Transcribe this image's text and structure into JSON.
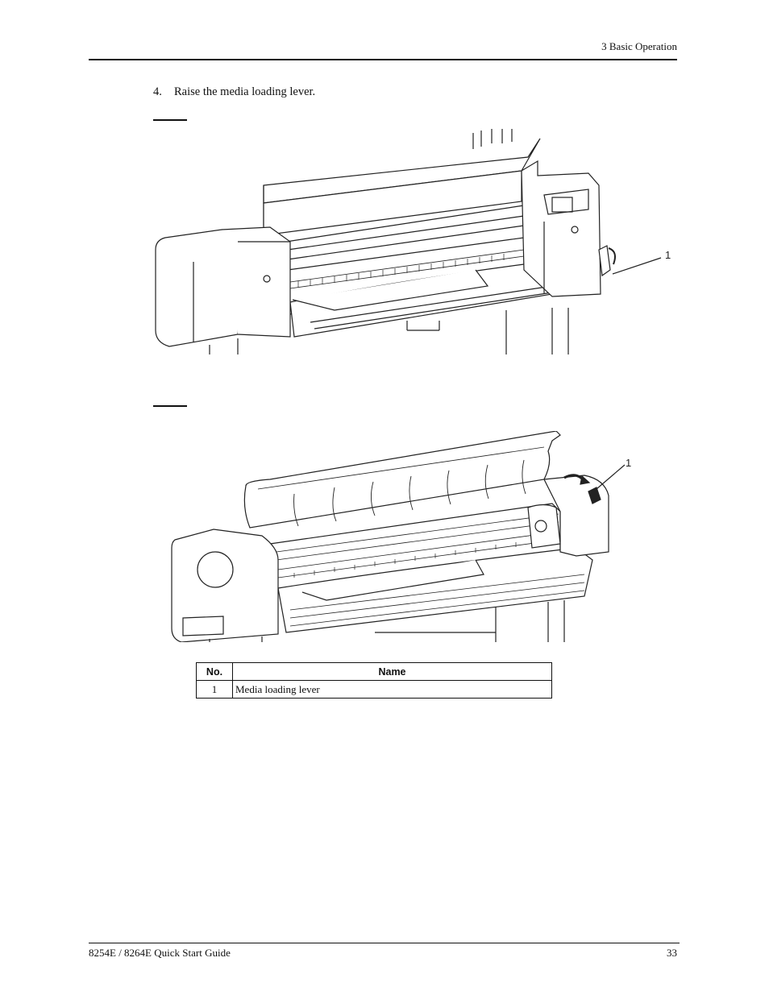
{
  "header": {
    "section": "3 Basic Operation"
  },
  "step": {
    "number": "4.",
    "text": "Raise the media loading lever."
  },
  "figures": [
    {
      "callout": "1",
      "icon": "printer-front-view-illustration"
    },
    {
      "callout": "1",
      "icon": "printer-open-cover-illustration"
    }
  ],
  "legend": {
    "headers": {
      "no": "No.",
      "name": "Name"
    },
    "rows": [
      {
        "no": "1",
        "name": "Media loading lever"
      }
    ]
  },
  "footer": {
    "title": "8254E / 8264E Quick Start Guide",
    "page": "33"
  }
}
